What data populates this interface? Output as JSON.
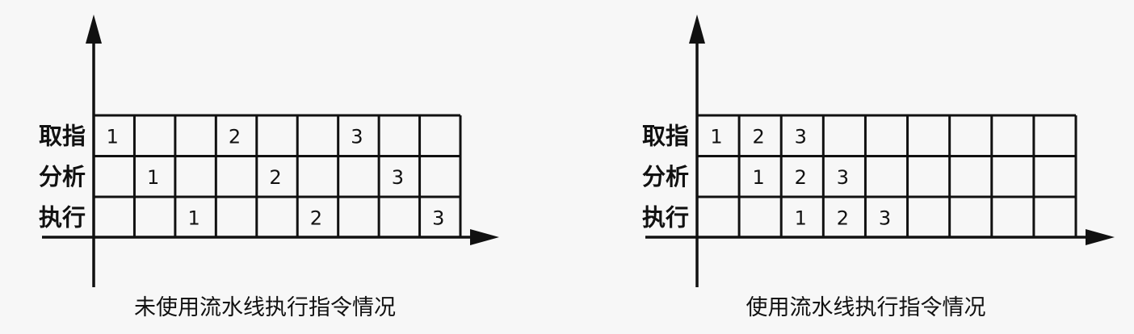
{
  "diagrams": [
    {
      "caption": "未使用流水线执行指令情况",
      "row_labels": [
        "取指",
        "分析",
        "执行"
      ],
      "columns": 9,
      "rows": [
        [
          "1",
          "",
          "",
          "2",
          "",
          "",
          "3",
          "",
          ""
        ],
        [
          "",
          "1",
          "",
          "",
          "2",
          "",
          "",
          "3",
          ""
        ],
        [
          "",
          "",
          "1",
          "",
          "",
          "2",
          "",
          "",
          "3"
        ]
      ]
    },
    {
      "caption": "使用流水线执行指令情况",
      "row_labels": [
        "取指",
        "分析",
        "执行"
      ],
      "columns": 9,
      "rows": [
        [
          "1",
          "2",
          "3",
          "",
          "",
          "",
          "",
          "",
          ""
        ],
        [
          "",
          "1",
          "2",
          "3",
          "",
          "",
          "",
          "",
          ""
        ],
        [
          "",
          "",
          "1",
          "2",
          "3",
          "",
          "",
          "",
          ""
        ]
      ]
    }
  ]
}
